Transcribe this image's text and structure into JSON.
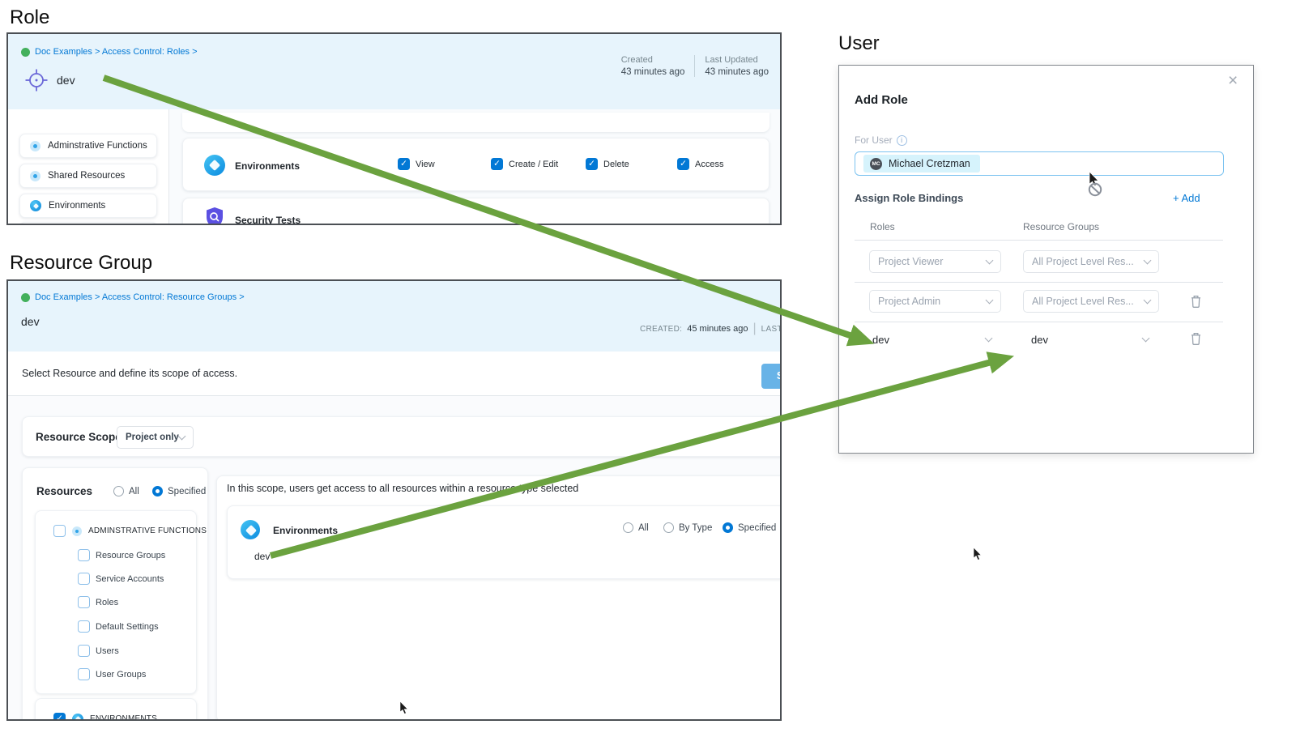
{
  "headings": {
    "role": "Role",
    "resource_group": "Resource Group",
    "user": "User"
  },
  "colors": {
    "accent_blue": "#0278d5",
    "arrow_green": "#6ba23f",
    "header_bg": "#e7f4fc",
    "save_blue": "#68b3e7"
  },
  "icons": {
    "check": "✓",
    "close": "×",
    "info": "i",
    "breadcrumb_dot": "green-circle",
    "role_icon": "crosshair",
    "environments_icon": "blue-orb",
    "security_tests_icon": "shield-magnifier"
  },
  "role_panel": {
    "breadcrumb": "Doc Examples > Access Control: Roles >",
    "title": "dev",
    "meta": {
      "created_label": "Created",
      "created_value": "43 minutes ago",
      "updated_label": "Last Updated",
      "updated_value": "43 minutes ago"
    },
    "sidebar": [
      "Adminstrative Functions",
      "Shared Resources",
      "Environments"
    ],
    "environments_row_label": "Environments",
    "security_row_label": "Security Tests",
    "permissions": [
      "View",
      "Create / Edit",
      "Delete",
      "Access"
    ]
  },
  "resource_group_panel": {
    "breadcrumb": "Doc Examples > Access Control: Resource Groups >",
    "title": "dev",
    "meta": {
      "created_label": "CREATED:",
      "created_value": "45 minutes ago",
      "divider": "|",
      "updated_label": "LAST UPD"
    },
    "instruction": "Select Resource and define its scope of access.",
    "save_label": "Sav",
    "resource_scope": {
      "label": "Resource Scope",
      "value": "Project only"
    },
    "resources": {
      "label": "Resources",
      "option_all": "All",
      "option_specified": "Specified",
      "selected": "Specified",
      "parent": "ADMINSTRATIVE FUNCTIONS",
      "children": [
        "Resource Groups",
        "Service Accounts",
        "Roles",
        "Default Settings",
        "Users",
        "User Groups"
      ],
      "environments_group": "ENVIRONMENTS"
    },
    "scope_note": "In this scope, users get access to all resources within a resource type selected",
    "env_row": {
      "label": "Environments",
      "option_all": "All",
      "option_by_type": "By Type",
      "option_specified": "Specified",
      "selected": "Specified",
      "value": "dev"
    }
  },
  "user_dialog": {
    "title": "Add Role",
    "close_glyph": "×",
    "for_user_label": "For User",
    "info_glyph": "i",
    "chip": {
      "initials": "MC",
      "name": "Michael Cretzman"
    },
    "bindings_label": "Assign Role Bindings",
    "add_label": "+ Add",
    "columns": {
      "roles": "Roles",
      "resource_groups": "Resource Groups"
    },
    "rows": [
      {
        "role": "Project Viewer",
        "resource_group": "All Project Level Res..."
      },
      {
        "role": "Project Admin",
        "resource_group": "All Project Level Res..."
      },
      {
        "role": "dev",
        "resource_group": "dev"
      }
    ]
  }
}
